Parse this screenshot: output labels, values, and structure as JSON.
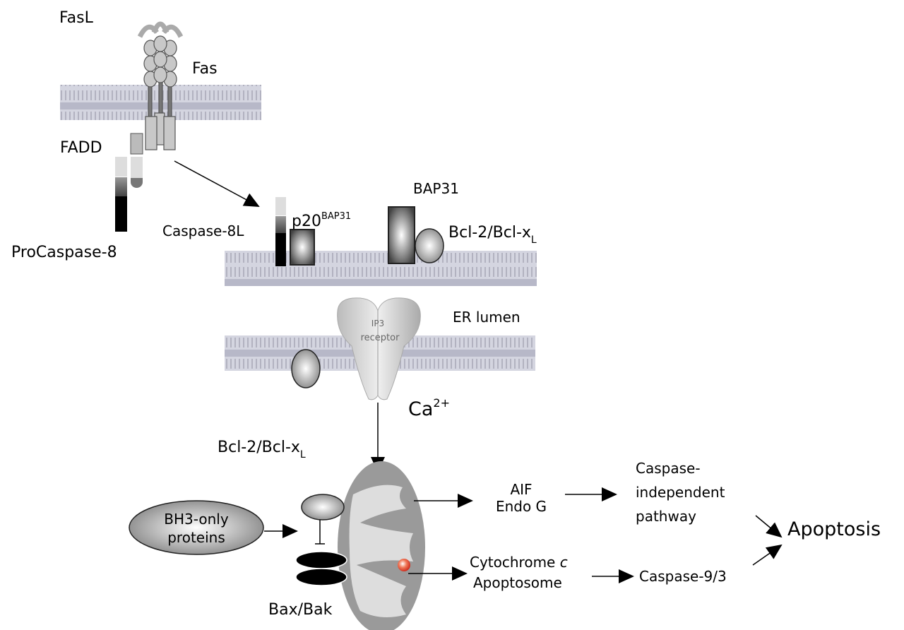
{
  "labels": {
    "fasl": "FasL",
    "fas": "Fas",
    "fadd": "FADD",
    "procaspase8": "ProCaspase-8",
    "caspase8l": "Caspase-8L",
    "p20": "p20",
    "p20_sup": "BAP31",
    "bap31": "BAP31",
    "bcl2_top": "Bcl-2/Bcl-x",
    "bcl2_top_sub": "L",
    "er_lumen": "ER lumen",
    "ip3_line1": "IP3",
    "ip3_line2": "receptor",
    "ca": "Ca",
    "ca_sup": "2+",
    "bcl2_mid": "Bcl-2/Bcl-x",
    "bcl2_mid_sub": "L",
    "bh3_line1": "BH3-only",
    "bh3_line2": "proteins",
    "bax_bak": "Bax/Bak",
    "aif": "AIF",
    "endo_g": "Endo G",
    "cytochrome": "Cytochrome ",
    "cytochrome_c": "c",
    "apoptosome": "Apoptosome",
    "ci_line1": "Caspase-",
    "ci_line2": "independent",
    "ci_line3": "pathway",
    "caspase93": "Caspase-9/3",
    "apoptosis": "Apoptosis"
  },
  "colors": {
    "membrane": "#c9cad6",
    "mitochondrion": "#9a9a9a",
    "cytochrome_dot": "#e8553a"
  }
}
